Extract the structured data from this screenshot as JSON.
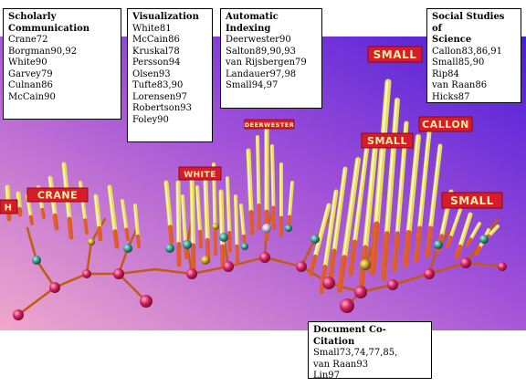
{
  "callouts": {
    "scholarly": {
      "title": "Scholarly\nCommunication",
      "entries": [
        "Crane72",
        "Borgman90,92",
        "White90",
        "Garvey79",
        "Culnan86",
        "McCain90"
      ]
    },
    "visualization": {
      "title": "Visualization",
      "entries": [
        "White81",
        "McCain86",
        "Kruskal78",
        "Persson94",
        "Olsen93",
        "Tufte83,90",
        "Lorensen97",
        "Robertson93",
        "Foley90"
      ]
    },
    "indexing": {
      "title": "Automatic\nIndexing",
      "entries": [
        "Deerwester90",
        "Salton89,90,93",
        "van Rijsbergen79",
        "Landauer97,98",
        "Small94,97"
      ]
    },
    "social": {
      "title": "Social Studies of\nScience",
      "entries": [
        "Callon83,86,91",
        "Small85,90",
        "Rip84",
        "van Raan86",
        "Hicks87"
      ]
    },
    "cocitation": {
      "title": "Document Co-Citation",
      "entries": [
        "Small73,74,77,85,",
        "van Raan93",
        "Lin97"
      ]
    }
  },
  "banners": {
    "crane": "CRANE",
    "white": "WHITE",
    "deerwester": "DEERWESTER",
    "small_top": "SMALL",
    "small_mid": "SMALL",
    "callon": "CALLON",
    "small_right": "SMALL",
    "left_cut": "H"
  },
  "colors": {
    "bg_top": "#6a2fe0",
    "bg_bottom": "#e69ad2",
    "bar": "#e8dc58",
    "banner_bg": "#d81b2a",
    "banner_text": "#fff2a6",
    "branch": "#c25a10",
    "sphere": "#d41c5c"
  }
}
